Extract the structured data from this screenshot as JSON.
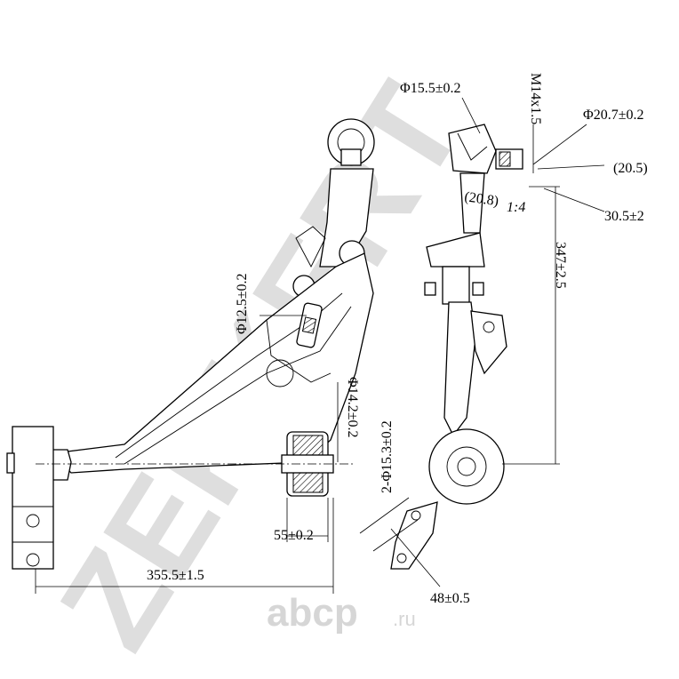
{
  "watermark": {
    "brand": "ZEKKERT"
  },
  "site_logo": {
    "name": "abcp",
    "domain": ".ru"
  },
  "dimensions": {
    "d_stud_hole": "Φ15.5±0.2",
    "thread": "M14x1.5",
    "d_ball": "Φ20.7±0.2",
    "ref_20_5": "(20.5)",
    "ref_20_8": "(20.8)",
    "taper": "1:4",
    "height_ball": "30.5±2",
    "length_347": "347±2.5",
    "d_12_5": "Φ12.5±0.2",
    "d_14_2": "Φ14.2±0.2",
    "bush_width": "55±0.2",
    "length_355": "355.5±1.5",
    "holes": "2-Φ15.3±0.2",
    "hole_spacing": "48±0.5"
  },
  "colors": {
    "line": "#000000",
    "watermark": "#d9d9d9"
  }
}
